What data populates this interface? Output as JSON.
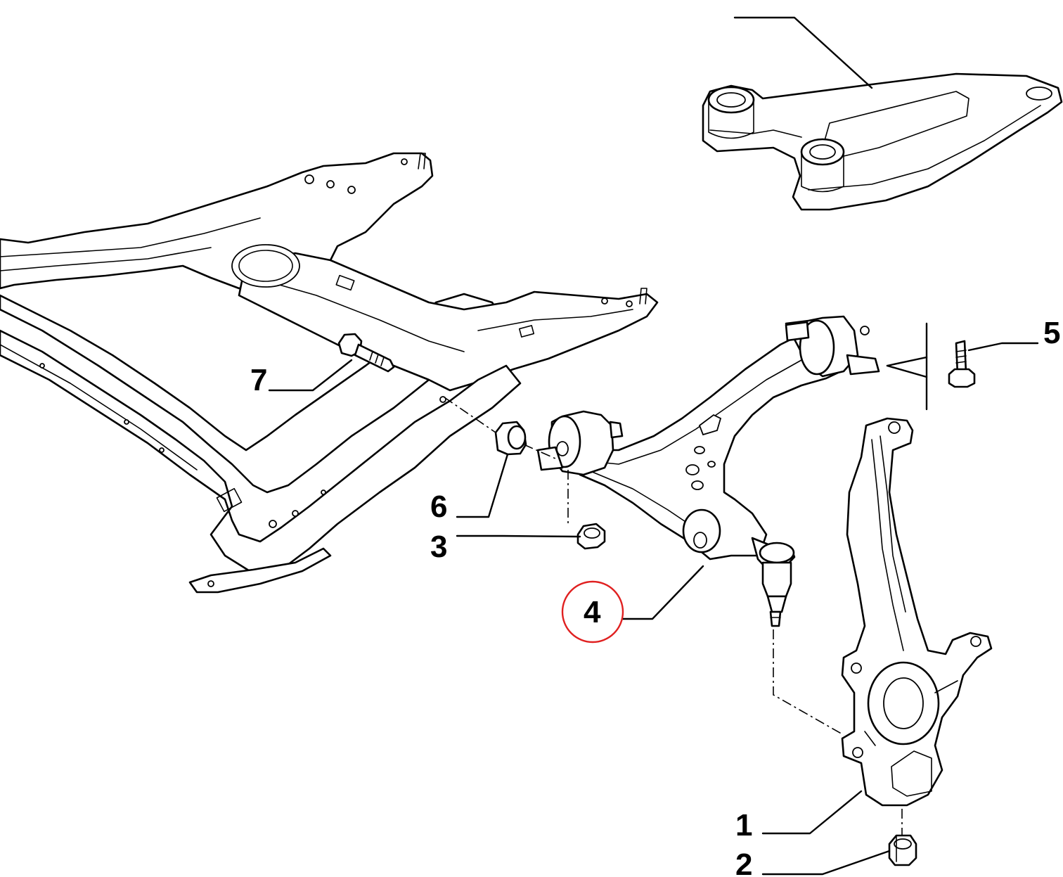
{
  "callouts": {
    "c1": "1",
    "c2": "2",
    "c3": "3",
    "c4": "4",
    "c5": "5",
    "c6": "6",
    "c7": "7"
  },
  "highlight": {
    "target": "4",
    "color": "#e02020"
  },
  "parts": [
    "subframe-crossmember",
    "mounting-bracket",
    "lower-control-arm",
    "steering-knuckle",
    "nut",
    "bushing-spacer",
    "bolt"
  ]
}
